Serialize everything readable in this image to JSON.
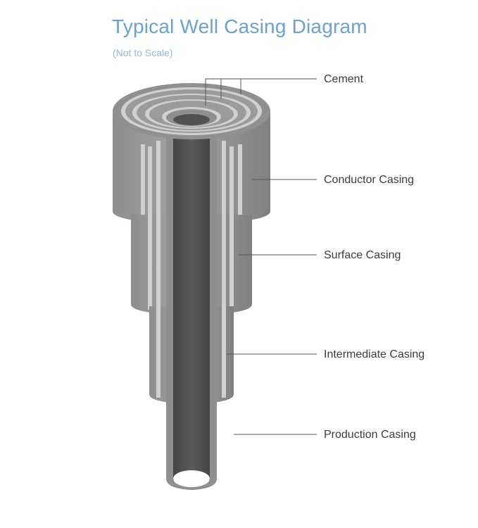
{
  "header": {
    "title": "Typical Well Casing Diagram",
    "subtitle": "(Not to Scale)"
  },
  "labels": {
    "cement": "Cement",
    "conductor": "Conductor Casing",
    "surface": "Surface Casing",
    "intermediate": "Intermediate Casing",
    "production": "Production Casing"
  },
  "colors": {
    "title": "#6ba3d0",
    "casing_outer": "#9a9b9d",
    "casing_shadow": "#7d7e80",
    "cement_light": "#cfd0d2",
    "bore_dark": "#4f5052",
    "leader_line": "#555555"
  }
}
